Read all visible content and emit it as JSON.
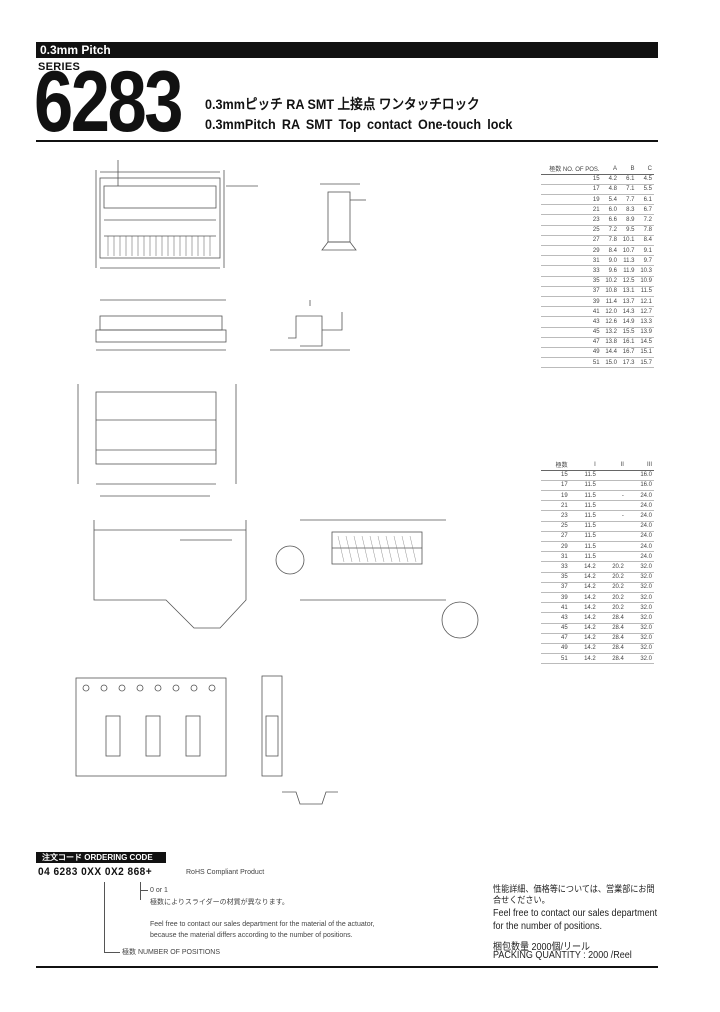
{
  "header": {
    "pitch": "0.3mm Pitch",
    "series_label": "SERIES",
    "series_number": "6283",
    "title_jp": "0.3mmピッチ RA SMT 上接点 ワンタッチロック",
    "title_en": "0.3mmPitch RA SMT Top contact One-touch lock"
  },
  "table1": {
    "headers": [
      "極数 NO. OF POS.",
      "A",
      "B",
      "C"
    ],
    "rows": [
      [
        "15",
        "4.2",
        "6.1",
        "4.5"
      ],
      [
        "17",
        "4.8",
        "7.1",
        "5.5"
      ],
      [
        "19",
        "5.4",
        "7.7",
        "6.1"
      ],
      [
        "21",
        "6.0",
        "8.3",
        "6.7"
      ],
      [
        "23",
        "6.6",
        "8.9",
        "7.2"
      ],
      [
        "25",
        "7.2",
        "9.5",
        "7.8"
      ],
      [
        "27",
        "7.8",
        "10.1",
        "8.4"
      ],
      [
        "29",
        "8.4",
        "10.7",
        "9.1"
      ],
      [
        "31",
        "9.0",
        "11.3",
        "9.7"
      ],
      [
        "33",
        "9.6",
        "11.9",
        "10.3"
      ],
      [
        "35",
        "10.2",
        "12.5",
        "10.9"
      ],
      [
        "37",
        "10.8",
        "13.1",
        "11.5"
      ],
      [
        "39",
        "11.4",
        "13.7",
        "12.1"
      ],
      [
        "41",
        "12.0",
        "14.3",
        "12.7"
      ],
      [
        "43",
        "12.6",
        "14.9",
        "13.3"
      ],
      [
        "45",
        "13.2",
        "15.5",
        "13.9"
      ],
      [
        "47",
        "13.8",
        "16.1",
        "14.5"
      ],
      [
        "49",
        "14.4",
        "16.7",
        "15.1"
      ],
      [
        "51",
        "15.0",
        "17.3",
        "15.7"
      ]
    ]
  },
  "table2": {
    "headers": [
      "極数",
      "I",
      "II",
      "III"
    ],
    "rows": [
      [
        "15",
        "11.5",
        "",
        "16.0"
      ],
      [
        "17",
        "11.5",
        "",
        "16.0"
      ],
      [
        "19",
        "11.5",
        "-",
        "24.0"
      ],
      [
        "21",
        "11.5",
        "",
        "24.0"
      ],
      [
        "23",
        "11.5",
        "-",
        "24.0"
      ],
      [
        "25",
        "11.5",
        "",
        "24.0"
      ],
      [
        "27",
        "11.5",
        "",
        "24.0"
      ],
      [
        "29",
        "11.5",
        "",
        "24.0"
      ],
      [
        "31",
        "11.5",
        "",
        "24.0"
      ],
      [
        "33",
        "14.2",
        "20.2",
        "32.0"
      ],
      [
        "35",
        "14.2",
        "20.2",
        "32.0"
      ],
      [
        "37",
        "14.2",
        "20.2",
        "32.0"
      ],
      [
        "39",
        "14.2",
        "20.2",
        "32.0"
      ],
      [
        "41",
        "14.2",
        "20.2",
        "32.0"
      ],
      [
        "43",
        "14.2",
        "28.4",
        "32.0"
      ],
      [
        "45",
        "14.2",
        "28.4",
        "32.0"
      ],
      [
        "47",
        "14.2",
        "28.4",
        "32.0"
      ],
      [
        "49",
        "14.2",
        "28.4",
        "32.0"
      ],
      [
        "51",
        "14.2",
        "28.4",
        "32.0"
      ]
    ]
  },
  "ordering": {
    "heading": "注文コード ORDERING CODE",
    "code": "04 6283 0XX 0X2 868+",
    "rohs": "RoHS Compliant Product",
    "note_choice": "0 or 1",
    "note_jp": "極数によりスライダーの材質が異なります。",
    "note_en1": "Feel free to contact our sales department for the material of the actuator,",
    "note_en2": "because the material differs according to the number of positions.",
    "positions": "極数 NUMBER OF POSITIONS"
  },
  "right_notes": {
    "jp": "性能詳細、価格等については、営業部にお問合せください。",
    "en1": "Feel free to contact our sales department",
    "en2": "for the number of positions.",
    "packing_jp": "梱包数量 2000個/リール",
    "packing_en": "PACKING QUANTITY : 2000 /Reel"
  }
}
